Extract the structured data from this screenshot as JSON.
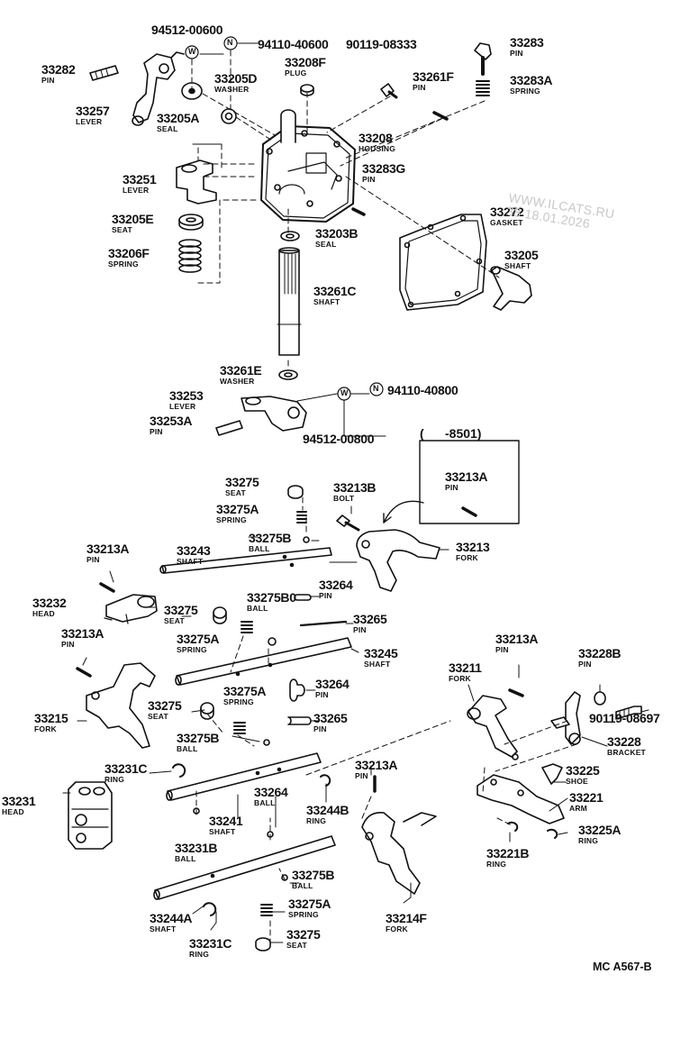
{
  "watermark": "WWW.ILCATS.RU\n38 18.01.2026",
  "reference_code": "MC A567-B",
  "bracket_note": "(      -8501)",
  "symbols": {
    "washer_mark": "W",
    "n_mark": "N"
  },
  "parts": [
    {
      "id": "p33282",
      "number": "33282",
      "desc": "PIN"
    },
    {
      "id": "p94512a",
      "number": "94512-00600",
      "desc": ""
    },
    {
      "id": "p94110a",
      "number": "94110-40600",
      "desc": ""
    },
    {
      "id": "p90119a",
      "number": "90119-08333",
      "desc": ""
    },
    {
      "id": "p33283",
      "number": "33283",
      "desc": "PIN"
    },
    {
      "id": "p33208f",
      "number": "33208F",
      "desc": "PLUG"
    },
    {
      "id": "p33205d",
      "number": "33205D",
      "desc": "WASHER"
    },
    {
      "id": "p33261f",
      "number": "33261F",
      "desc": "PIN"
    },
    {
      "id": "p33283a",
      "number": "33283A",
      "desc": "SPRING"
    },
    {
      "id": "p33257",
      "number": "33257",
      "desc": "LEVER"
    },
    {
      "id": "p33205a",
      "number": "33205A",
      "desc": "SEAL"
    },
    {
      "id": "p33208",
      "number": "33208",
      "desc": "HOUSING"
    },
    {
      "id": "p33251",
      "number": "33251",
      "desc": "LEVER"
    },
    {
      "id": "p33283g",
      "number": "33283G",
      "desc": "PIN"
    },
    {
      "id": "p33272",
      "number": "33272",
      "desc": "GASKET"
    },
    {
      "id": "p33205e",
      "number": "33205E",
      "desc": "SEAT"
    },
    {
      "id": "p33203b",
      "number": "33203B",
      "desc": "SEAL"
    },
    {
      "id": "p33206f",
      "number": "33206F",
      "desc": "SPRING"
    },
    {
      "id": "p33205",
      "number": "33205",
      "desc": "SHAFT"
    },
    {
      "id": "p33261c",
      "number": "33261C",
      "desc": "SHAFT"
    },
    {
      "id": "p33261e",
      "number": "33261E",
      "desc": "WASHER"
    },
    {
      "id": "p33253",
      "number": "33253",
      "desc": "LEVER"
    },
    {
      "id": "p94110b",
      "number": "94110-40800",
      "desc": ""
    },
    {
      "id": "p33253a",
      "number": "33253A",
      "desc": "PIN"
    },
    {
      "id": "p94512b",
      "number": "94512-00800",
      "desc": ""
    },
    {
      "id": "p33275a",
      "number": "33275",
      "desc": "SEAT"
    },
    {
      "id": "p33213b",
      "number": "33213B",
      "desc": "BOLT"
    },
    {
      "id": "p33213a_box",
      "number": "33213A",
      "desc": "PIN"
    },
    {
      "id": "p33275A_a",
      "number": "33275A",
      "desc": "SPRING"
    },
    {
      "id": "p33275b_a",
      "number": "33275B",
      "desc": "BALL"
    },
    {
      "id": "p33213a_1",
      "number": "33213A",
      "desc": "PIN"
    },
    {
      "id": "p33243",
      "number": "33243",
      "desc": "SHAFT"
    },
    {
      "id": "p33213",
      "number": "33213",
      "desc": "FORK"
    },
    {
      "id": "p33264_a",
      "number": "33264",
      "desc": "PIN"
    },
    {
      "id": "p33232",
      "number": "33232",
      "desc": "HEAD"
    },
    {
      "id": "p33275_b",
      "number": "33275",
      "desc": "SEAT"
    },
    {
      "id": "p33275b0",
      "number": "33275B0",
      "desc": "BALL"
    },
    {
      "id": "p33265_a",
      "number": "33265",
      "desc": "PIN"
    },
    {
      "id": "p33275A_b",
      "number": "33275A",
      "desc": "SPRING"
    },
    {
      "id": "p33245",
      "number": "33245",
      "desc": "SHAFT"
    },
    {
      "id": "p33213a_2",
      "number": "33213A",
      "desc": "PIN"
    },
    {
      "id": "p33213a_3",
      "number": "33213A",
      "desc": "PIN"
    },
    {
      "id": "p33228b",
      "number": "33228B",
      "desc": "PIN"
    },
    {
      "id": "p33211",
      "number": "33211",
      "desc": "FORK"
    },
    {
      "id": "p33264_b",
      "number": "33264",
      "desc": "PIN"
    },
    {
      "id": "p33275A_c",
      "number": "33275A",
      "desc": "SPRING"
    },
    {
      "id": "p33275_c",
      "number": "33275",
      "desc": "SEAT"
    },
    {
      "id": "p90119b",
      "number": "90119-08697",
      "desc": ""
    },
    {
      "id": "p33215",
      "number": "33215",
      "desc": "FORK"
    },
    {
      "id": "p33265_b",
      "number": "33265",
      "desc": "PIN"
    },
    {
      "id": "p33275b_c",
      "number": "33275B",
      "desc": "BALL"
    },
    {
      "id": "p33228",
      "number": "33228",
      "desc": "BRACKET"
    },
    {
      "id": "p33231c_a",
      "number": "33231C",
      "desc": "RING"
    },
    {
      "id": "p33213a_4",
      "number": "33213A",
      "desc": "PIN"
    },
    {
      "id": "p33225",
      "number": "33225",
      "desc": "SHOE"
    },
    {
      "id": "p33231",
      "number": "33231",
      "desc": "HEAD"
    },
    {
      "id": "p33264_c",
      "number": "33264",
      "desc": "BALL"
    },
    {
      "id": "p33244b",
      "number": "33244B",
      "desc": "RING"
    },
    {
      "id": "p33221",
      "number": "33221",
      "desc": "ARM"
    },
    {
      "id": "p33241",
      "number": "33241",
      "desc": "SHAFT"
    },
    {
      "id": "p33225a",
      "number": "33225A",
      "desc": "RING"
    },
    {
      "id": "p33231b",
      "number": "33231B",
      "desc": "BALL"
    },
    {
      "id": "p33221b",
      "number": "33221B",
      "desc": "RING"
    },
    {
      "id": "p33275b_d",
      "number": "33275B",
      "desc": "BALL"
    },
    {
      "id": "p33275A_d",
      "number": "33275A",
      "desc": "SPRING"
    },
    {
      "id": "p33244a",
      "number": "33244A",
      "desc": "SHAFT"
    },
    {
      "id": "p33214f",
      "number": "33214F",
      "desc": "FORK"
    },
    {
      "id": "p33231c_b",
      "number": "33231C",
      "desc": "RING"
    },
    {
      "id": "p33275_d",
      "number": "33275",
      "desc": "SEAT"
    }
  ]
}
